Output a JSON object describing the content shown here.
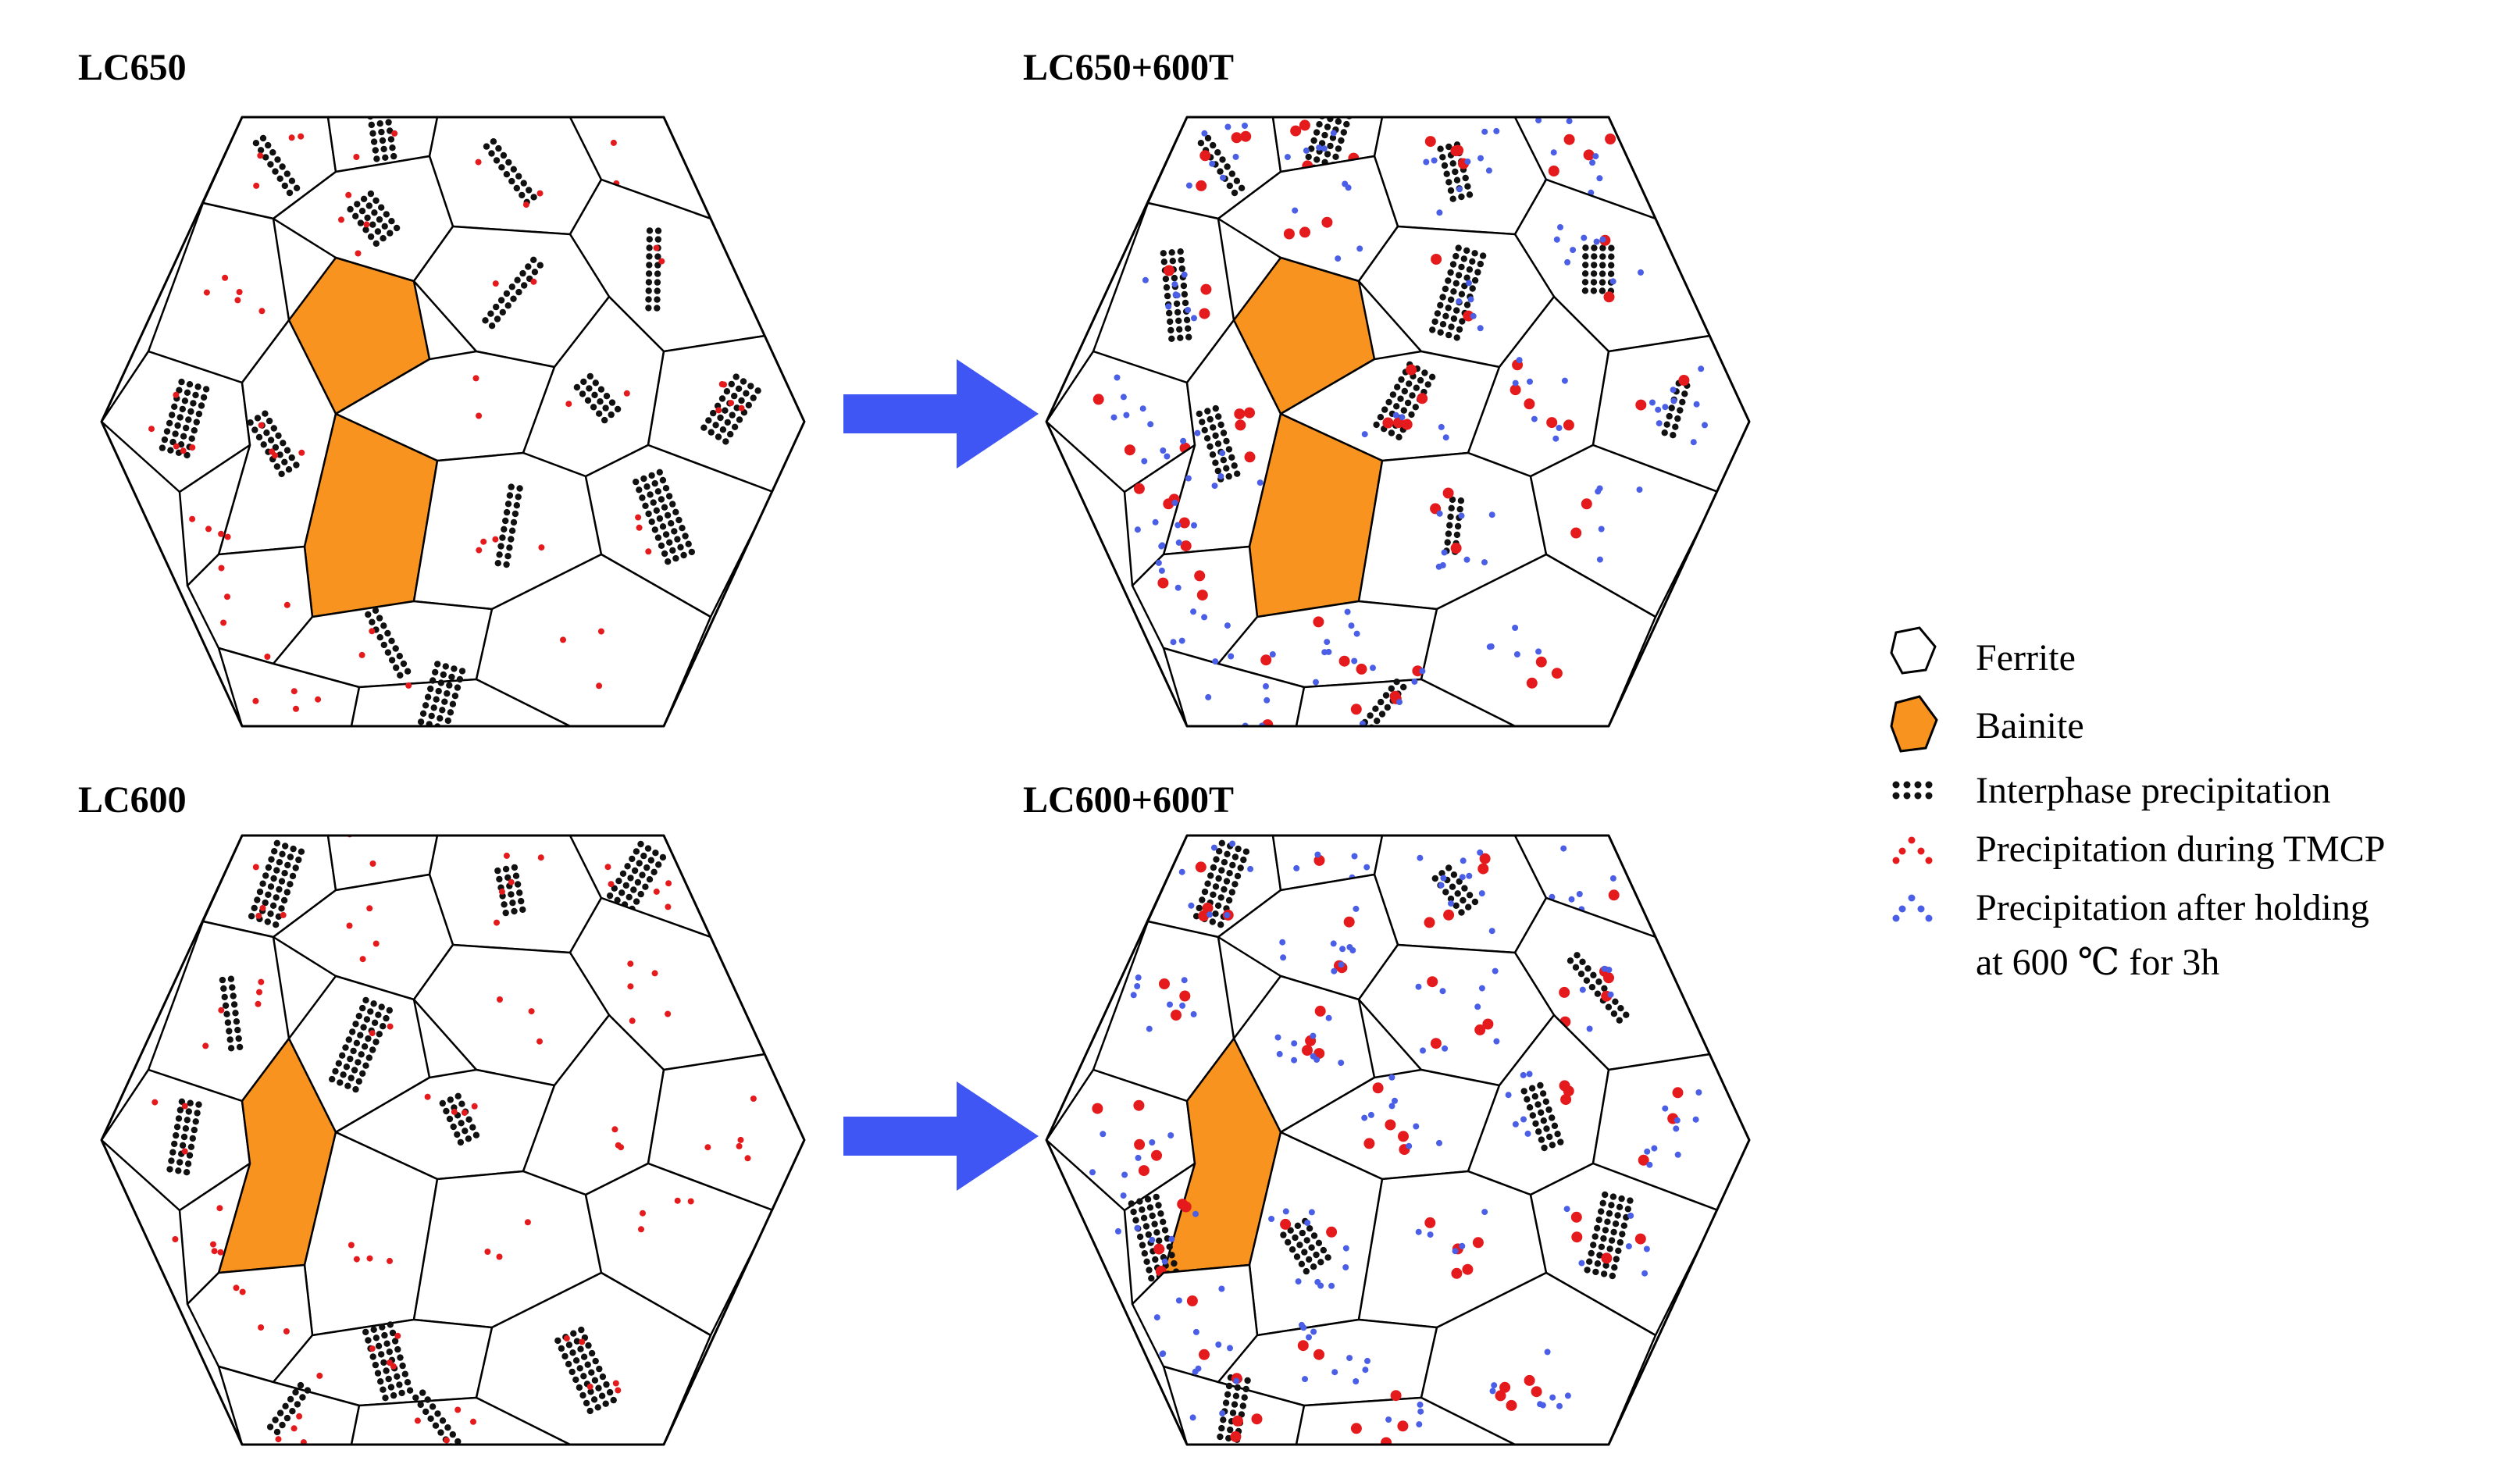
{
  "panels": [
    {
      "id": "lc650",
      "title": "LC650",
      "tempering": false
    },
    {
      "id": "lc650t",
      "title": "LC650+600T",
      "tempering": true
    },
    {
      "id": "lc600",
      "title": "LC600",
      "tempering": false
    },
    {
      "id": "lc600t",
      "title": "LC600+600T",
      "tempering": true
    }
  ],
  "legend": {
    "ferrite": "Ferrite",
    "bainite": "Bainite",
    "interphase": "Interphase precipitation",
    "tmcp": "Precipitation during TMCP",
    "holding_line1": "Precipitation after holding",
    "holding_line2": "at 600 ℃ for 3h"
  },
  "colors": {
    "bainite": "#f7931e",
    "interphase": "#111111",
    "tmcp": "#e41a1c",
    "holding": "#4a5fe6",
    "arrow": "#4056f4",
    "boundary": "#000000"
  },
  "icons": {
    "arrow": "right-arrow-icon"
  }
}
